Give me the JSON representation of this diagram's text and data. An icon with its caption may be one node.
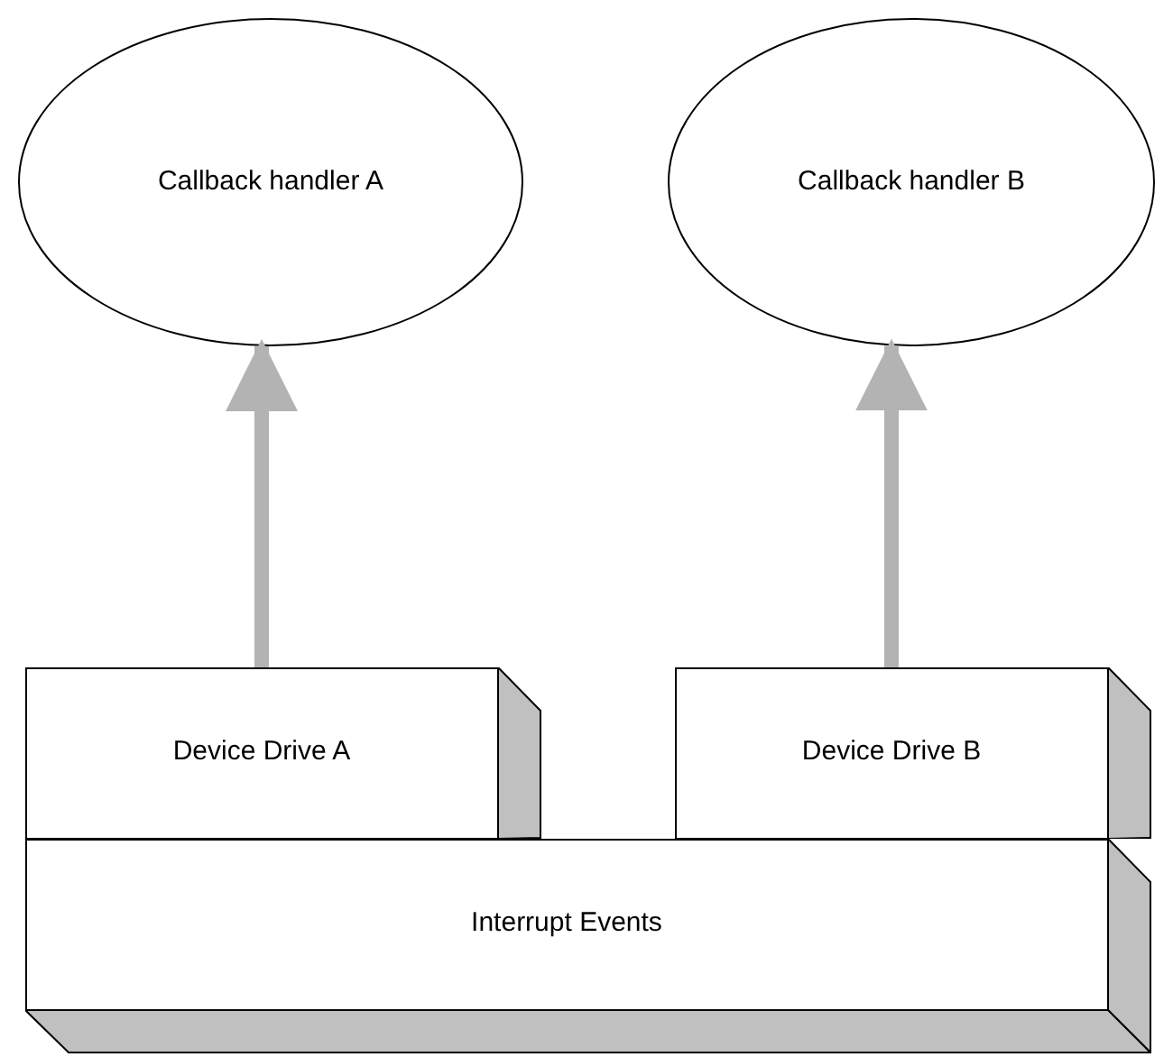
{
  "diagram": {
    "nodes": [
      {
        "text": [
          "Callback handler A"
        ]
      },
      {
        "text": [
          "Callback handler B"
        ]
      },
      {
        "text": [
          "Device Drive A"
        ]
      },
      {
        "text": [
          "Device Drive B"
        ]
      },
      {
        "text": [
          "Interrupt Events"
        ]
      }
    ],
    "edges": [
      {
        "from": 2,
        "to": 0,
        "arrow": "to"
      },
      {
        "from": 3,
        "to": 1,
        "arrow": "to"
      }
    ]
  }
}
